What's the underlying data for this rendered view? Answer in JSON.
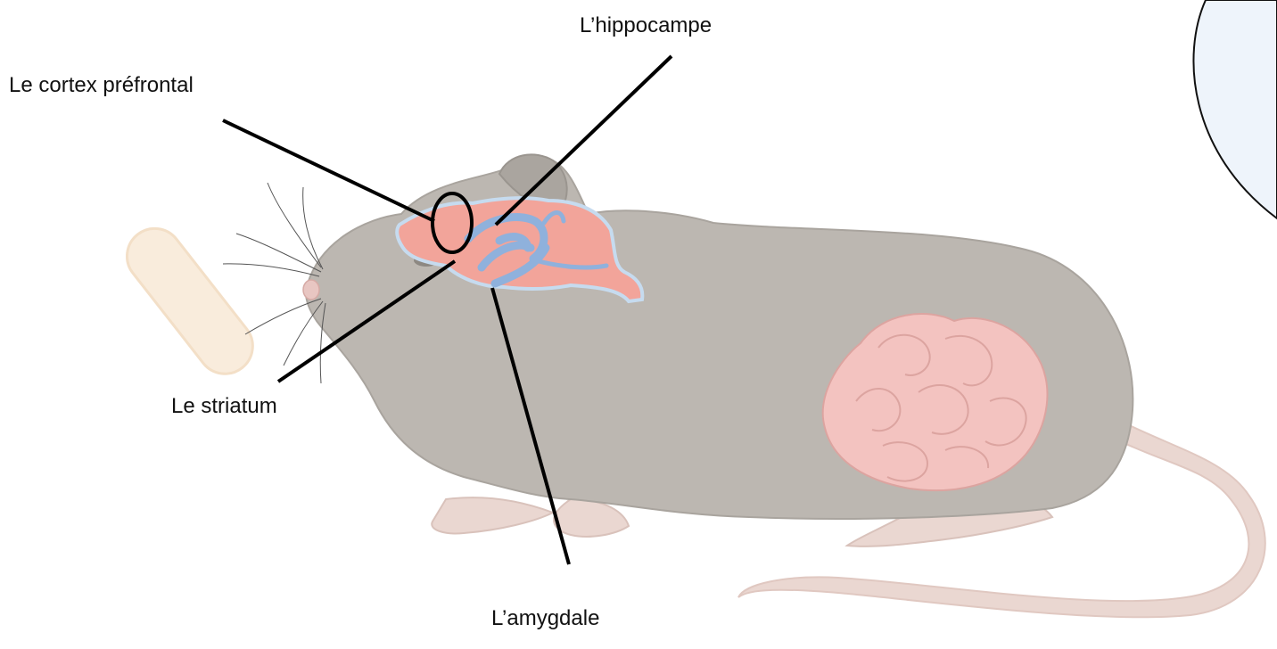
{
  "labels": {
    "cortex": "Le cortex préfrontal",
    "hippocampe": "L’hippocampe",
    "striatum": "Le striatum",
    "amygdale": "L’amygdale"
  },
  "colors": {
    "mouse_body": "#b9b4ae",
    "mouse_outline": "#a7a29c",
    "tail_paws": "#ead7d1",
    "brain": "#f2a49a",
    "brain_outline": "#d98a82",
    "hippocampus": "#8fb1dc",
    "intestine": "#f3c3c0",
    "pellet": "#f9e9d6",
    "bubble": "#eef4fb",
    "leader_lines": "#000000"
  }
}
